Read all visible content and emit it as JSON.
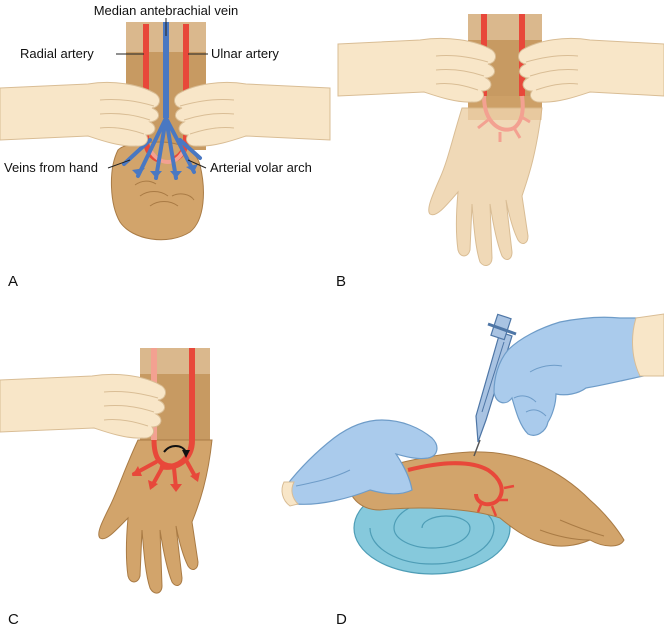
{
  "figure": {
    "labels": {
      "median_vein": "Median antebrachial vein",
      "radial_artery": "Radial artery",
      "ulnar_artery": "Ulnar artery",
      "veins_from_hand": "Veins from hand",
      "arterial_volar_arch": "Arterial volar arch"
    },
    "panels": {
      "a": "A",
      "b": "B",
      "c": "C",
      "d": "D"
    }
  },
  "colors": {
    "skin": "#d9ab72",
    "skin_dark": "#b78549",
    "pale_skin": "#f8e6c8",
    "pale_skin_line": "#d9bd95",
    "artery": "#e8483a",
    "artery_pale": "#f3a191",
    "vein": "#4a78c2",
    "glove": "#aacbec",
    "glove_line": "#6e9cc8",
    "towel": "#86c9dc",
    "towel_line": "#4e9db6",
    "syringe": "#a9c3e2"
  }
}
